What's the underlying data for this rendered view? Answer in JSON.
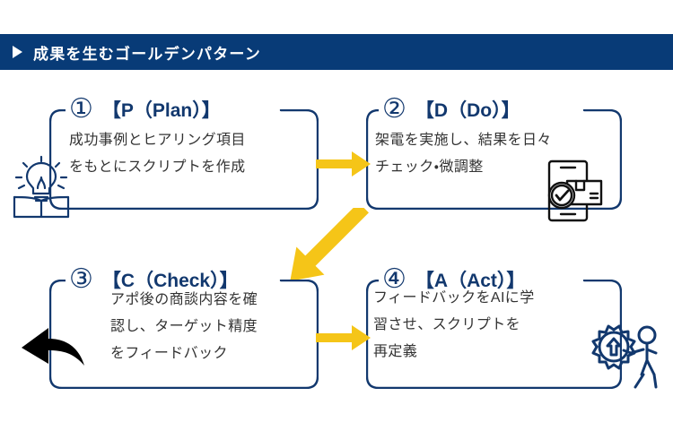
{
  "header": {
    "title": "成果を生むゴールデンパターン",
    "bullet_icon": "play-triangle-icon",
    "background_color": "#083b77",
    "text_color": "#ffffff"
  },
  "theme": {
    "navy": "#12386e",
    "header_navy": "#083b77",
    "arrow_gold": "#f5c518",
    "body_text": "#333333",
    "page_background": "#ffffff"
  },
  "cards": [
    {
      "number": "①",
      "title": "【P（Plan）】",
      "body": "成功事例とヒアリング項目\nをもとにスクリプトを作成",
      "icon": "lightbulb-book-icon"
    },
    {
      "number": "②",
      "title": "【D（Do）】",
      "body": "架電を実施し、結果を日々\nチェック・微調整",
      "icon": "smartphone-check-icon"
    },
    {
      "number": "③",
      "title": "【C（Check）】",
      "body": "アポ後の商談内容を確\n認し、ターゲット精度\nをフィードバック",
      "icon": "curved-back-arrow-icon"
    },
    {
      "number": "④",
      "title": "【A（Act）】",
      "body": "フィードバックをAIに学\n習させ、スクリプトを\n再定義",
      "icon": "gear-person-push-icon"
    }
  ],
  "arrows": [
    {
      "name": "arrow-plan-to-do",
      "direction": "right",
      "color": "#f5c518"
    },
    {
      "name": "arrow-do-to-check",
      "direction": "down-left",
      "color": "#f5c518"
    },
    {
      "name": "arrow-check-to-act",
      "direction": "right",
      "color": "#f5c518"
    },
    {
      "name": "arrow-loop-back",
      "direction": "left",
      "color": "#000000"
    }
  ]
}
